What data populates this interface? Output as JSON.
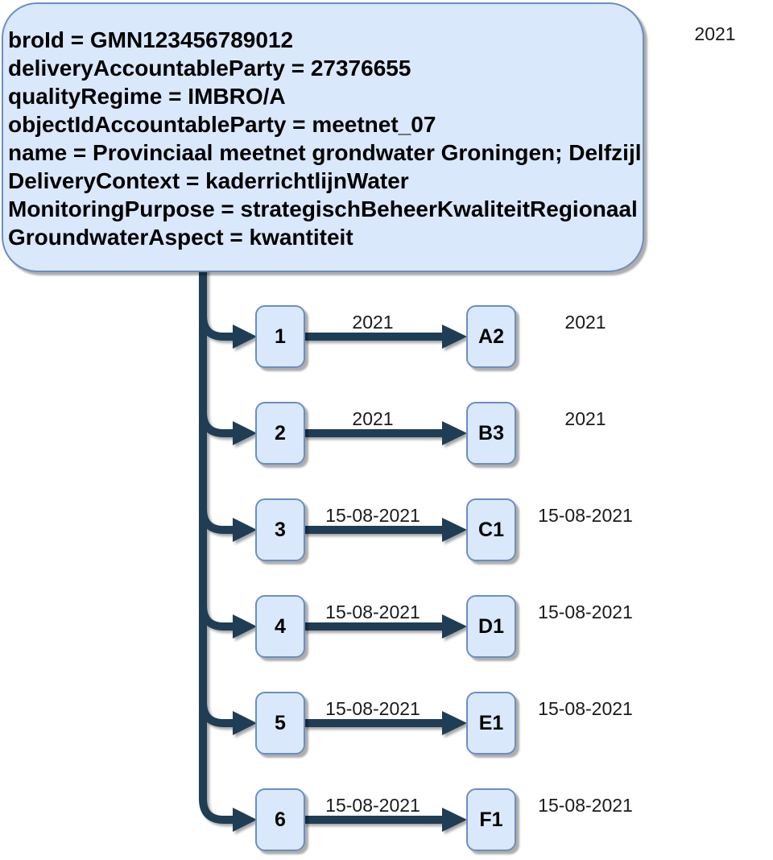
{
  "diagram": {
    "colors": {
      "node_fill": "#dae8fc",
      "node_border": "#6c8ebf",
      "connector": "#1f3d55",
      "text": "#000000"
    },
    "corner_label": "2021",
    "root_box": {
      "lines": [
        "broId = GMN123456789012",
        "deliveryAccountableParty = 27376655",
        "qualityRegime = IMBRO/A",
        "objectIdAccountableParty = meetnet_07",
        "name = Provinciaal meetnet grondwater Groningen; Delfzijl",
        "DeliveryContext = kaderrichtlijnWater",
        "MonitoringPurpose = strategischBeheerKwaliteitRegionaal",
        "GroundwaterAspect = kwantiteit"
      ]
    },
    "rows": [
      {
        "source": "1",
        "edge_label": "2021",
        "target": "A2",
        "side_label": "2021"
      },
      {
        "source": "2",
        "edge_label": "2021",
        "target": "B3",
        "side_label": "2021"
      },
      {
        "source": "3",
        "edge_label": "15-08-2021",
        "target": "C1",
        "side_label": "15-08-2021"
      },
      {
        "source": "4",
        "edge_label": "15-08-2021",
        "target": "D1",
        "side_label": "15-08-2021"
      },
      {
        "source": "5",
        "edge_label": "15-08-2021",
        "target": "E1",
        "side_label": "15-08-2021"
      },
      {
        "source": "6",
        "edge_label": "15-08-2021",
        "target": "F1",
        "side_label": "15-08-2021"
      }
    ]
  }
}
